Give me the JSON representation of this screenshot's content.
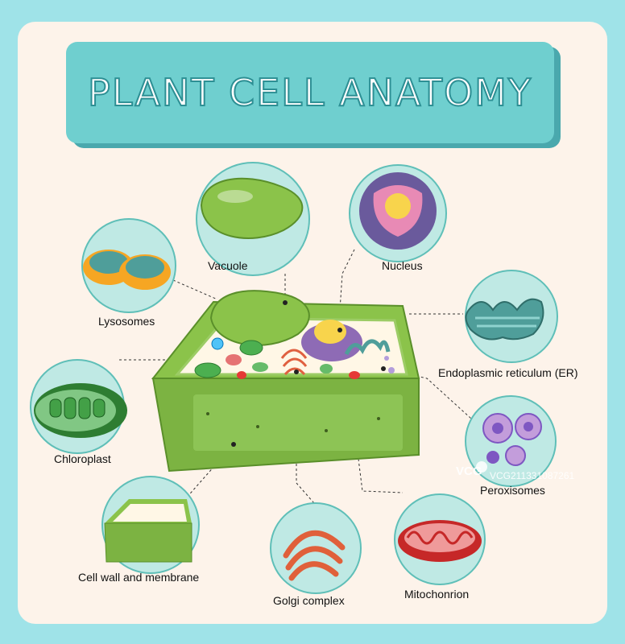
{
  "title": "PLANT CELL ANATOMY",
  "labels": {
    "vacuole": "Vacuole",
    "nucleus": "Nucleus",
    "lysosomes": "Lysosomes",
    "er": "Endoplasmic reticulum (ER)",
    "chloroplast": "Chloroplast",
    "peroxisomes": "Peroxisomes",
    "cell_wall": "Cell wall and membrane",
    "golgi": "Golgi complex",
    "mitochondrion": "Mitochonrion"
  },
  "watermark": {
    "brand": "VCG",
    "id": "VCG211331087261"
  },
  "colors": {
    "background": "#9fe3e8",
    "panel": "#fdf3ea",
    "title_box": "#6fcfcf",
    "circle_fill": "#bfe9e4",
    "circle_stroke": "#5fbfb8",
    "cell_green": "#7cb342"
  }
}
